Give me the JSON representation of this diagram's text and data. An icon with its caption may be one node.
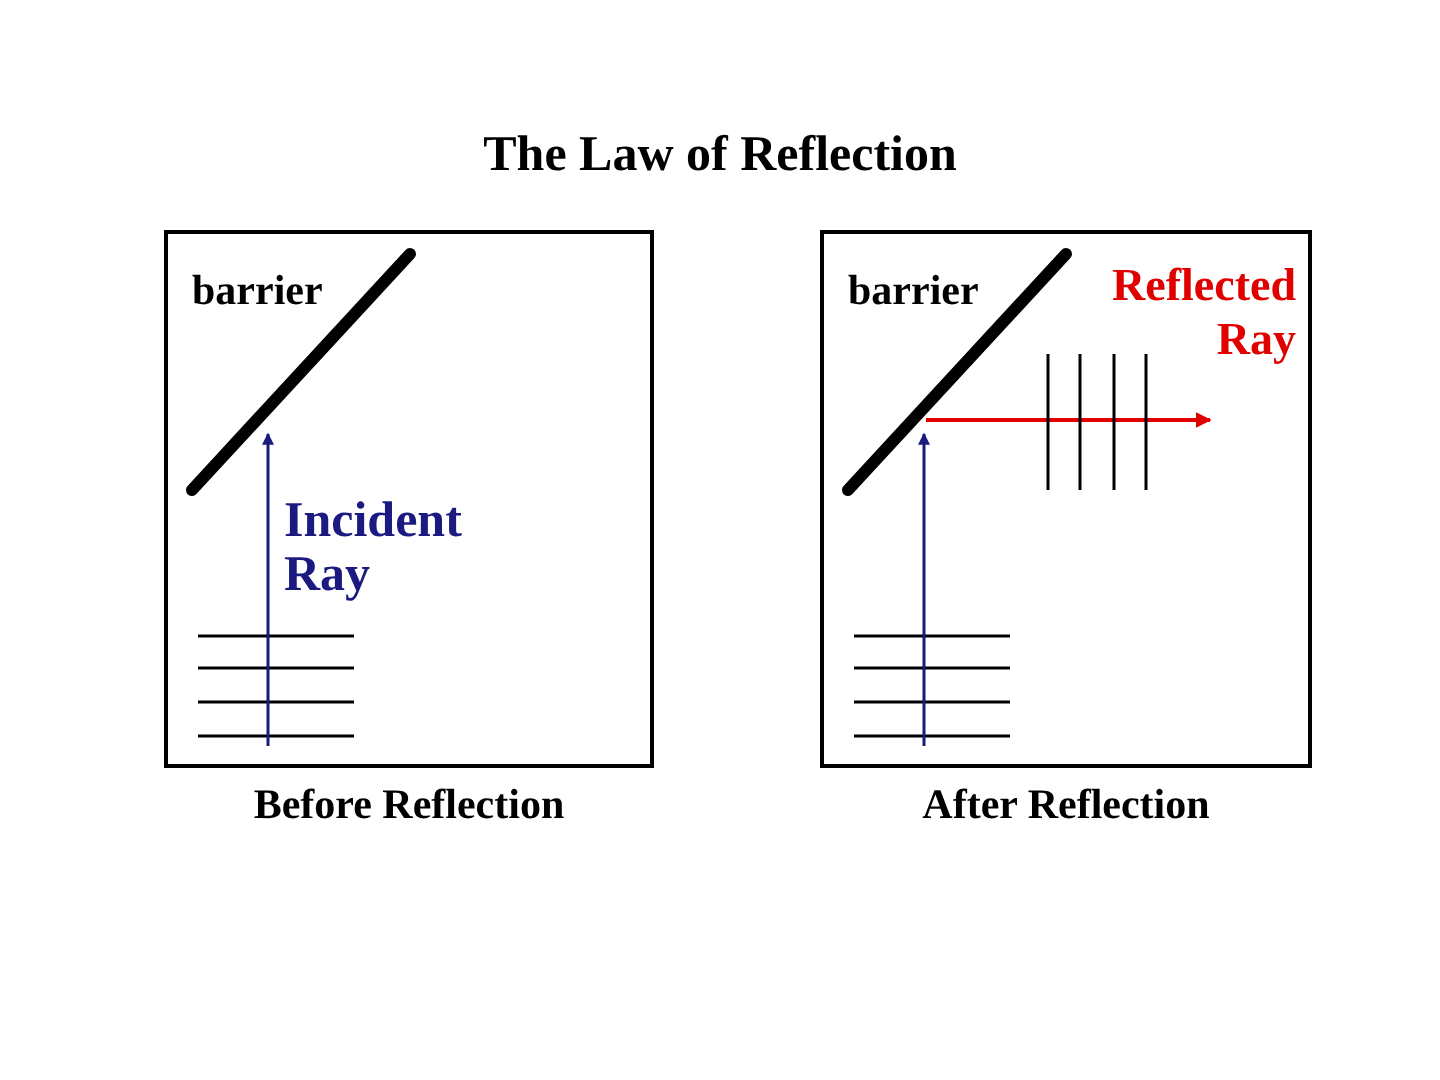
{
  "diagram": {
    "title": "The Law of Reflection",
    "nodes": [
      {
        "text": [
          "barrier",
          "Incident Ray"
        ],
        "beside": [
          "Before Reflection"
        ]
      },
      {
        "text": [
          "barrier",
          "Reflected Ray"
        ],
        "beside": [
          "After Reflection"
        ]
      }
    ],
    "edges": []
  }
}
